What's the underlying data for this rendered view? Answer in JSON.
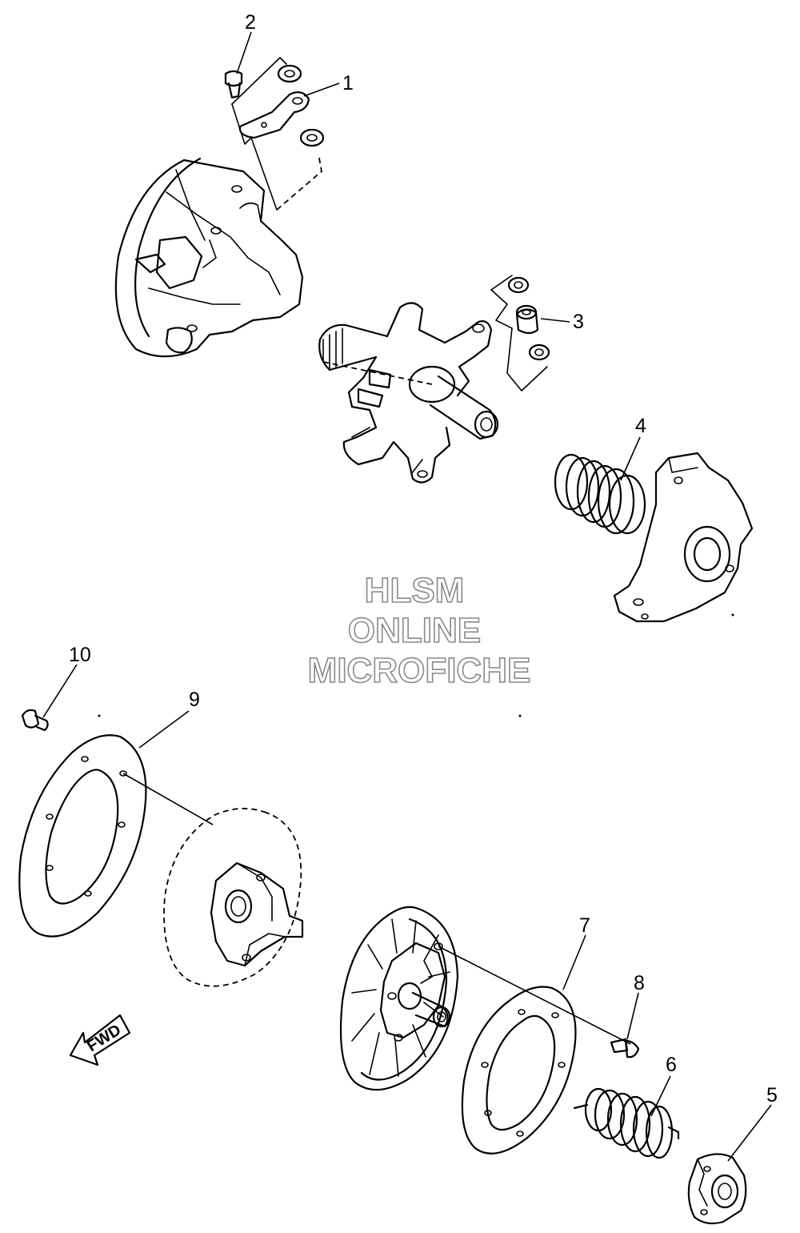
{
  "callouts": [
    {
      "id": "1",
      "label": "1"
    },
    {
      "id": "2",
      "label": "2"
    },
    {
      "id": "3",
      "label": "3"
    },
    {
      "id": "4",
      "label": "4"
    },
    {
      "id": "5",
      "label": "5"
    },
    {
      "id": "6",
      "label": "6"
    },
    {
      "id": "7",
      "label": "7"
    },
    {
      "id": "8",
      "label": "8"
    },
    {
      "id": "9",
      "label": "9"
    },
    {
      "id": "10",
      "label": "10"
    }
  ],
  "watermark": {
    "line1": "HLSM",
    "line2": "ONLINE",
    "line3": "MICROFICHE"
  },
  "direction_arrow": {
    "label": "FWD"
  },
  "colors": {
    "line": "#000000",
    "watermark_outline": "#8a8a8a",
    "background": "#ffffff"
  }
}
